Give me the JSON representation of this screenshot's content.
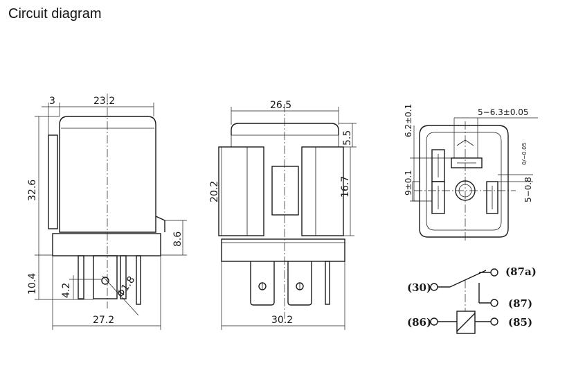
{
  "title": "Circuit diagram",
  "side_view": {
    "dim_flange": "3",
    "dim_body_width": "23.2",
    "dim_height": "32.6",
    "dim_base_height": "10.4",
    "dim_hole_offset": "4.2",
    "dim_hole_dia": "Φ1.8",
    "dim_base_width": "27.2",
    "dim_bracket": "8.6"
  },
  "front_view": {
    "dim_top_width": "26.5",
    "dim_top_step": "5.5",
    "dim_left_pin": "20.2",
    "dim_right_pin": "16.7",
    "dim_base_width": "30.2"
  },
  "bottom_view": {
    "dim_top": "6.2±0.1",
    "dim_tab_width": "5−6.3±0.05",
    "dim_left_mid": "9±0.1",
    "dim_tab_thick": "5−0.8",
    "dim_tab_thick_tol": "0/−0.05"
  },
  "schematic": {
    "pin_30": "(30)",
    "pin_87a": "(87a)",
    "pin_87": "(87)",
    "pin_86": "(86)",
    "pin_85": "(85)"
  }
}
